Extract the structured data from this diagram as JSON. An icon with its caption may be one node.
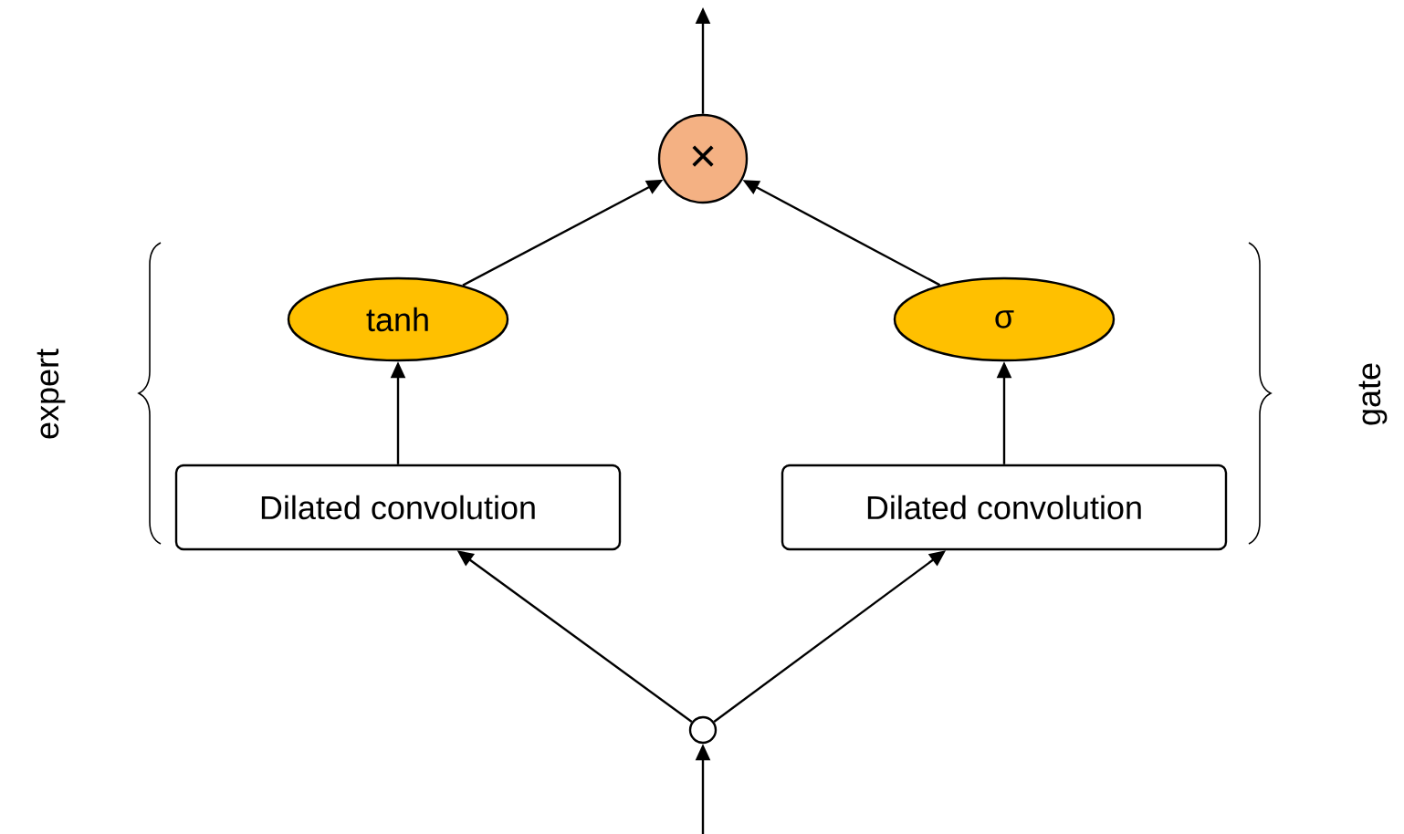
{
  "diagram": {
    "nodes": [
      {
        "text": [
          "×"
        ]
      },
      {
        "text": [
          "tanh"
        ]
      },
      {
        "text": [
          "σ"
        ]
      },
      {
        "text": [
          "Dilated convolution"
        ]
      },
      {
        "text": [
          "Dilated convolution"
        ]
      },
      {
        "text": [],
        "shape": "circle"
      }
    ],
    "edges": [
      {
        "from": null,
        "to": 5,
        "arrow": "to"
      },
      {
        "from": 5,
        "to": 3,
        "arrow": "to"
      },
      {
        "from": 5,
        "to": 4,
        "arrow": "to"
      },
      {
        "from": 3,
        "to": 1,
        "arrow": "to"
      },
      {
        "from": 4,
        "to": 2,
        "arrow": "to"
      },
      {
        "from": 1,
        "to": 0,
        "arrow": "to"
      },
      {
        "from": 2,
        "to": 0,
        "arrow": "to"
      },
      {
        "from": 0,
        "to": null,
        "arrow": "to"
      }
    ],
    "labels": [
      "expert",
      "gate"
    ]
  }
}
